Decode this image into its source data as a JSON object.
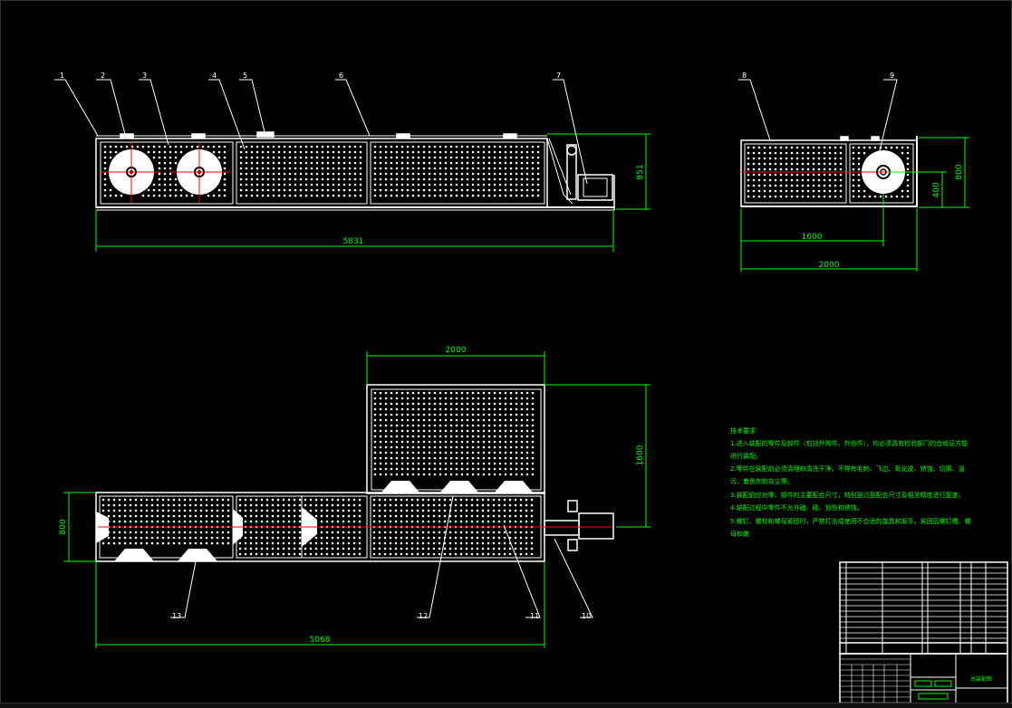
{
  "colors": {
    "background": "#000000",
    "outline": "#ffffff",
    "dimension": "#00ff00",
    "centerline": "#ff0000",
    "notes": "#00ff00"
  },
  "callouts": {
    "c1": "1",
    "c2": "2",
    "c3": "3",
    "c4": "4",
    "c5": "5",
    "c6": "6",
    "c7": "7",
    "c8": "8",
    "c9": "9",
    "c10": "10",
    "c11": "11",
    "c12": "12",
    "c13": "13"
  },
  "dimensions": {
    "front_length": "5831",
    "front_height": "851",
    "side_height": "800",
    "side_axis_height": "400",
    "side_inner_width": "1600",
    "side_total_width": "2000",
    "plan_top_width": "2000",
    "plan_top_depth": "1600",
    "plan_depth": "800",
    "plan_length": "5068"
  },
  "notes": {
    "title": "技术要求",
    "lines": [
      "1.进入装配的零件及部件（包括外购件、外协件），均必须具有检验部门的合格证方能",
      "进行装配。",
      "2.零件在装配前必须清理和清洗干净，不得有毛刺、飞边、氧化皮、锈蚀、切屑、油",
      "污、着色剂和灰尘等。",
      "3.装配前应对零、部件的主要配合尺寸，特别是过盈配合尺寸及相关精度进行复查。",
      "4.装配过程中零件不允许磕、碰、划伤和锈蚀。",
      "5.螺钉、螺栓和螺母紧固时，严禁打击或使用不合适的旋具和扳手。紧固后螺钉槽、螺",
      "母和螺"
    ]
  },
  "title_block": {
    "name": "总装配图"
  }
}
